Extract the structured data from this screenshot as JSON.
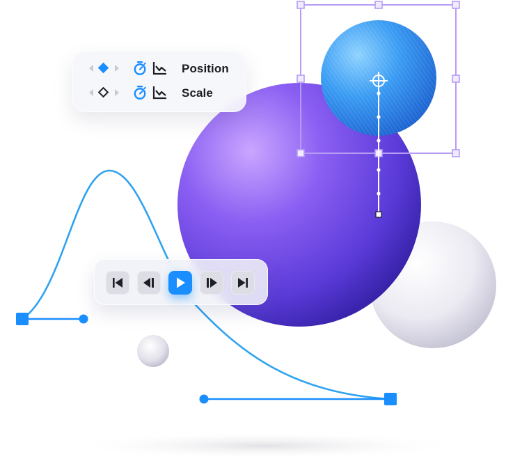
{
  "properties": [
    {
      "label": "Position",
      "keyframe": "filled"
    },
    {
      "label": "Scale",
      "keyframe": "hollow"
    }
  ],
  "transport": {
    "buttons": [
      {
        "name": "skip-to-start",
        "icon": "skip-start-icon"
      },
      {
        "name": "step-back",
        "icon": "step-back-icon"
      },
      {
        "name": "play",
        "icon": "play-icon",
        "active": true
      },
      {
        "name": "step-forward",
        "icon": "step-forward-icon"
      },
      {
        "name": "skip-to-end",
        "icon": "skip-end-icon"
      }
    ]
  },
  "colors": {
    "accent_blue": "#1a8dff",
    "selection_purple": "#b79cf5",
    "sphere_purple": "#6a48e0",
    "sphere_blue": "#2f8ff0",
    "sphere_white": "#e7e7ef",
    "text": "#1b1c22"
  },
  "icons": [
    "stopwatch-icon",
    "graph-icon",
    "keyframe-diamond-icon",
    "crosshair-icon"
  ]
}
